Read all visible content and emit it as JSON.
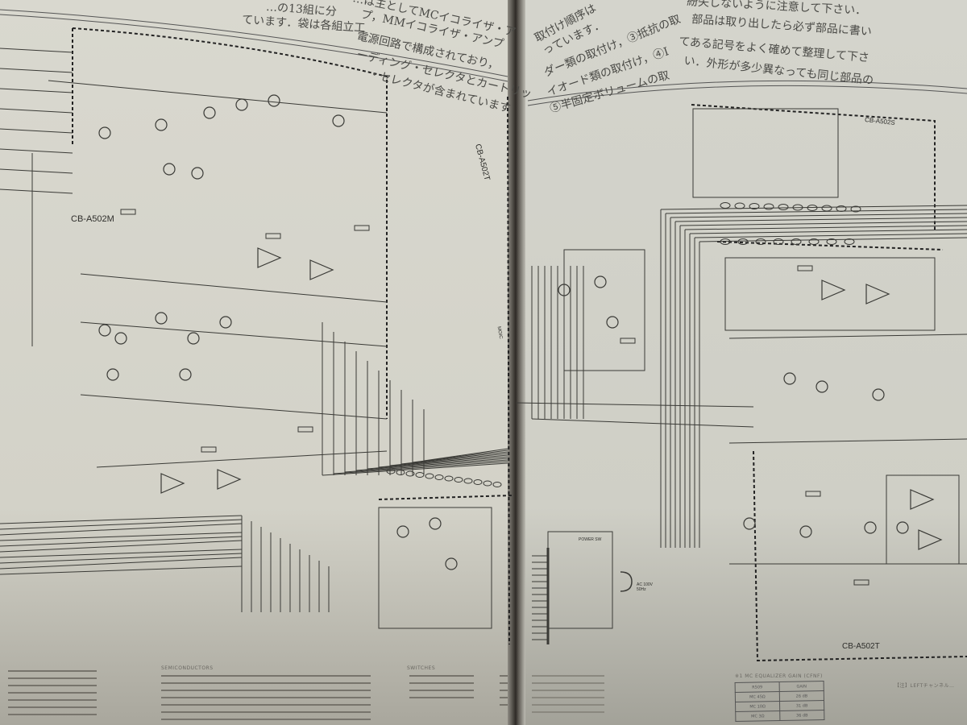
{
  "left_page": {
    "text_col1": [
      "…の13組に分",
      "ています．袋は各組立工"
    ],
    "text_col2": [
      "…は主としてMCイコライザ・ア",
      "プ，MMイコライザ・アンプ",
      "電源回路で構成されており，",
      "ーディング・セレクタとカートリッ",
      "・セレクタが含まれています"
    ],
    "board_labels": {
      "main": "CB-A502M",
      "side": "CB-A502T",
      "vertical": "MOIC"
    },
    "parts_list_title": "SEMICONDUCTORS",
    "parts_list_header2": "SWITCHES"
  },
  "right_page": {
    "text_col1": [
      "取付け順序は",
      "っています．",
      "ダー類の取付け，③抵抗の取",
      "イオード類の取付け，④I",
      "⑤半固定ボリュームの取"
    ],
    "text_col2": [
      "紛失しないように注意して下さい．",
      "部品は取り出したら必ず部品に書い",
      "てある記号をよく確めて整理して下さ",
      "い．外形が多少異なっても同じ部品の"
    ],
    "board_labels": {
      "top": "CB-A502S",
      "bottom": "CB-A502T"
    },
    "power_switch": "POWER SW",
    "ac_input": "AC 100V 50Hz",
    "gain_table": {
      "title": "※1 MC EQUALIZER GAIN (CFNF)",
      "rows": [
        [
          "R509",
          "GAIN"
        ],
        [
          "MC 45Ω",
          "26 dB"
        ],
        [
          "MC 10Ω",
          "31 dB"
        ],
        [
          "MC 3Ω",
          "36 dB"
        ]
      ]
    },
    "footnote": "【注】LEFTチャンネル…"
  },
  "colors": {
    "paper": "#d6d5cc",
    "ink": "#2e2e2b",
    "gutter": "#2e2a26"
  }
}
